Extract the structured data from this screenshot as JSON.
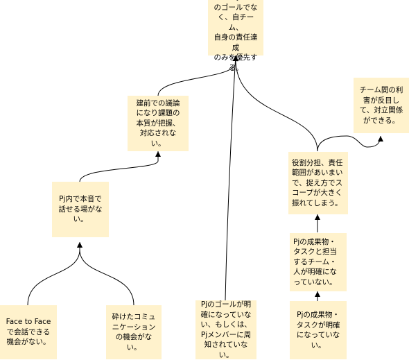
{
  "notes": {
    "top": "Pjメンバーが Pj\nのゴールでな\nく、自チーム、\n自身の責任達成\nのみを優先す\nる。",
    "meeting": "建前での議論\nになり課題の\n本質が把握、\n対応されな\nい。",
    "conflict": "チーム間の利\n害が反目し\nて、対立関係\nができる。",
    "honest": "Pj内で本音で\n話せる場がな\nい。",
    "role": "役割分担、責任\n範囲があいまい\nで、捉え方でス\nコープが大きく\n振れてしまう。",
    "deliverable_team": "Pjの成果物・\nタスクと担当\nするチーム・\n人が明確にな\nっていない。",
    "face": "Face to Face\nで会話できる\n機会がない。",
    "comm": "砕けたコミュ\nニケーション\nの機会がな\nい。",
    "goal": "Pjのゴールが明\n確になっていな\nい、もしくは、\nPjメンバーに周\n知されていな\nい。",
    "deliverable": "Pjの成果物・\nタスクが明確\nになっていな\nい。"
  },
  "colors": {
    "note_fill": "#fff2cc",
    "connector": "#000000"
  }
}
